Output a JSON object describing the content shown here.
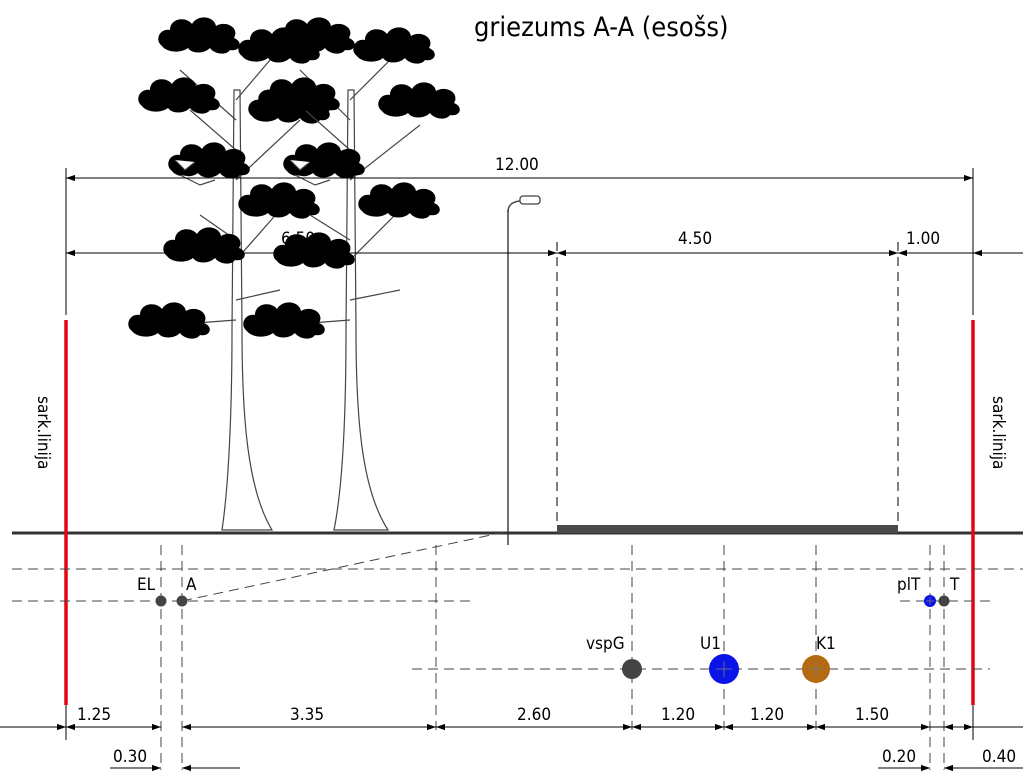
{
  "title": "griezums A-A (esošs)",
  "red_line_label": "sark.linija",
  "colors": {
    "red_line": "#e30613",
    "ground": "#333333",
    "road": "#4a4a4a",
    "utility_gray": "#444444",
    "utility_blue": "#0a14e6",
    "utility_brown": "#b36a12"
  },
  "top_dimensions": {
    "overall": "12.00",
    "left_segment": "6.50",
    "road_width": "4.50",
    "right_segment": "1.00"
  },
  "bottom_dimensions": [
    "1.25",
    "3.35",
    "2.60",
    "1.20",
    "1.20",
    "1.50"
  ],
  "bottom_small_dimensions": [
    "0.30",
    "0.20",
    "0.40"
  ],
  "utilities": [
    {
      "label": "EL",
      "color": "gray"
    },
    {
      "label": "A",
      "color": "gray"
    },
    {
      "label": "vspG",
      "color": "gray"
    },
    {
      "label": "U1",
      "color": "blue"
    },
    {
      "label": "K1",
      "color": "brown"
    },
    {
      "label": "plT",
      "color": "blue"
    },
    {
      "label": "T",
      "color": "gray"
    }
  ]
}
